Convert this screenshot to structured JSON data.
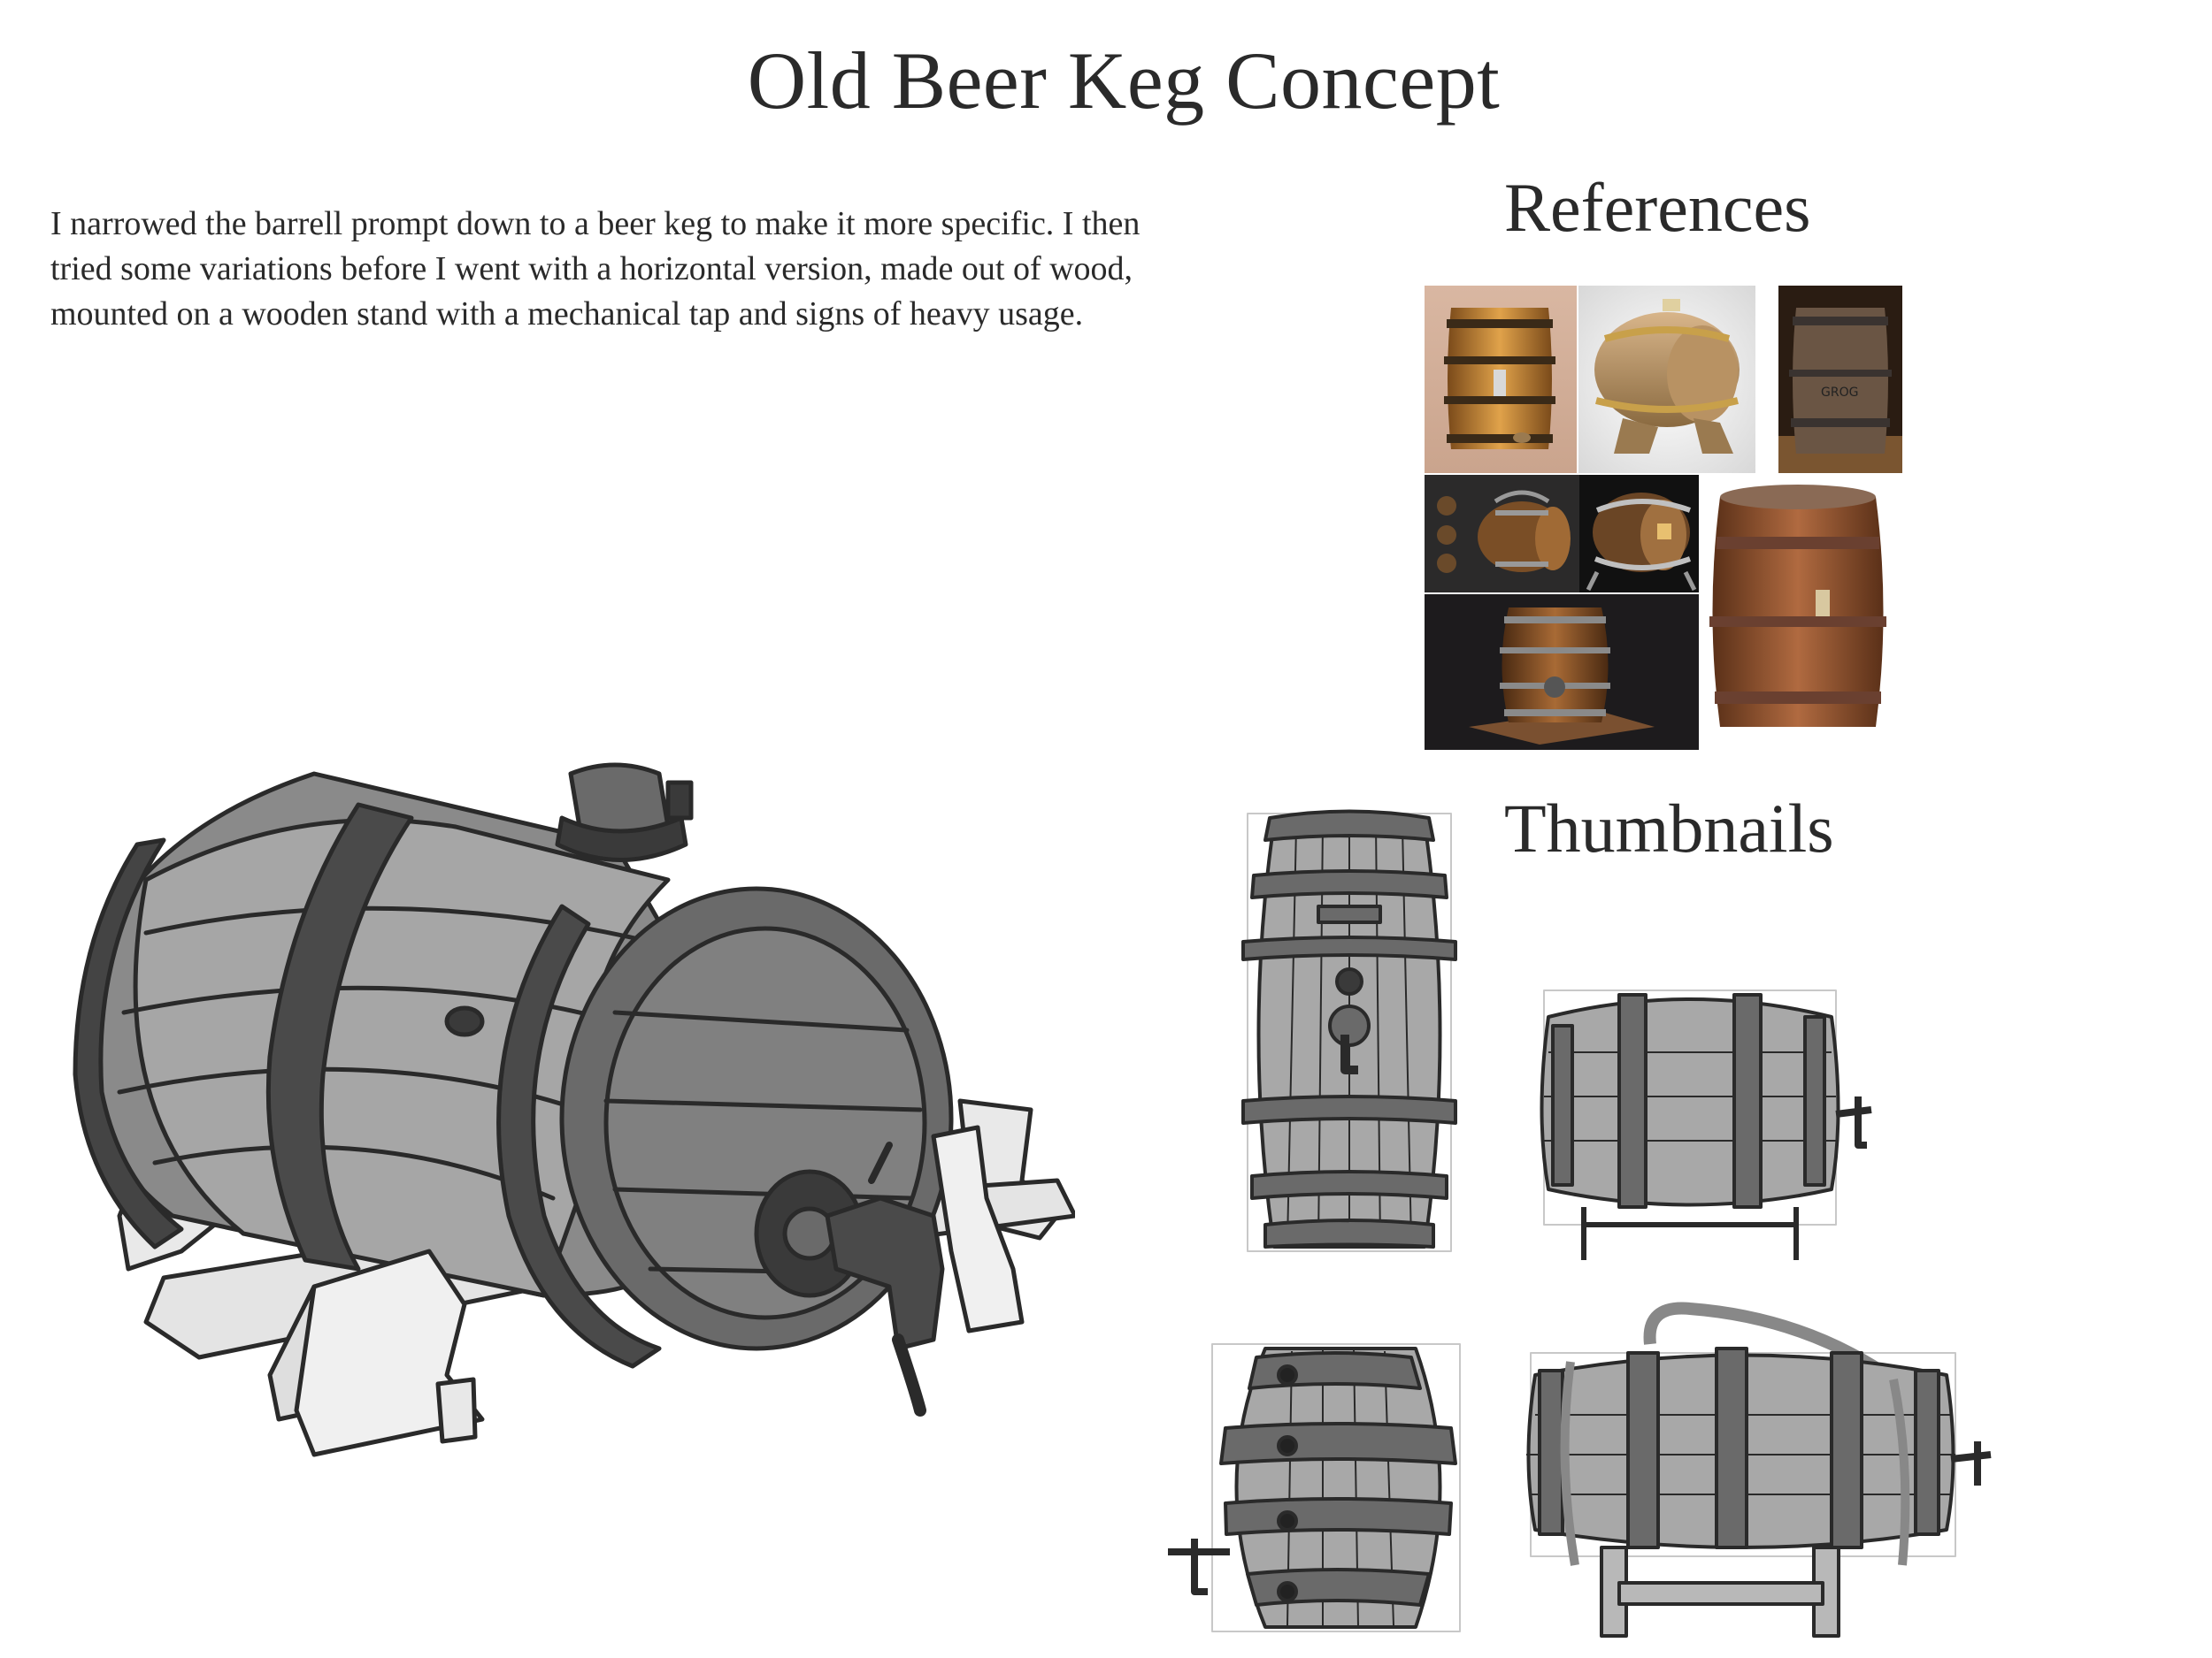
{
  "page": {
    "title": "Old Beer Keg Concept",
    "description": "I narrowed the barrell prompt down to a beer keg to make it more specific. I then tried some variations before I went with a horizontal version, made out of wood, mounted on a wooden stand with a mechanical tap and signs of heavy usage."
  },
  "references": {
    "heading": "References",
    "label_on_barrel": "GROG"
  },
  "thumbnails": {
    "heading": "Thumbnails"
  },
  "colors": {
    "ink": "#2a2a2a",
    "wood_light": "#c98b3a",
    "wood_dark": "#6b4420",
    "metal": "#a98a4f",
    "dark_bg": "#1c1a1a"
  }
}
